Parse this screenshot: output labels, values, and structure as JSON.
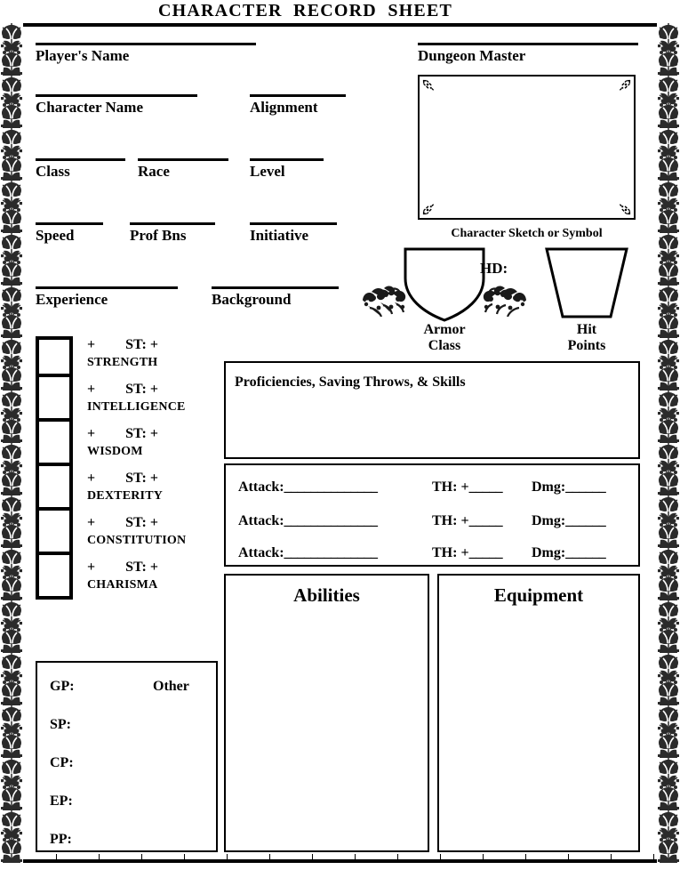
{
  "title": "CHARACTER  RECORD  SHEET",
  "top_fields": [
    {
      "name": "players-name",
      "label": "Player's Name"
    },
    {
      "name": "dungeon-master",
      "label": "Dungeon Master"
    },
    {
      "name": "character-name",
      "label": "Character Name"
    },
    {
      "name": "alignment",
      "label": "Alignment"
    },
    {
      "name": "class",
      "label": "Class"
    },
    {
      "name": "race",
      "label": "Race"
    },
    {
      "name": "level",
      "label": "Level"
    },
    {
      "name": "speed",
      "label": "Speed"
    },
    {
      "name": "prof-bns",
      "label": "Prof Bns"
    },
    {
      "name": "initiative",
      "label": "Initiative"
    },
    {
      "name": "experience",
      "label": "Experience"
    },
    {
      "name": "background",
      "label": "Background"
    }
  ],
  "sketch": {
    "caption": "Character Sketch or Symbol"
  },
  "combat": {
    "armor_class_caption_line1": "Armor",
    "armor_class_caption_line2": "Class",
    "hit_dice_label": "HD:",
    "hit_points_caption_line1": "Hit",
    "hit_points_caption_line2": "Points"
  },
  "abilities": [
    {
      "name": "strength",
      "label": "STRENGTH",
      "mod": "+",
      "save_label": "ST: +"
    },
    {
      "name": "intelligence",
      "label": "INTELLIGENCE",
      "mod": "+",
      "save_label": "ST: +"
    },
    {
      "name": "wisdom",
      "label": "WISDOM",
      "mod": "+",
      "save_label": "ST: +"
    },
    {
      "name": "dexterity",
      "label": "DEXTERITY",
      "mod": "+",
      "save_label": "ST: +"
    },
    {
      "name": "constitution",
      "label": "CONSTITUTION",
      "mod": "+",
      "save_label": "ST: +"
    },
    {
      "name": "charisma",
      "label": "CHARISMA",
      "mod": "+",
      "save_label": "ST: +"
    }
  ],
  "proficiencies": {
    "title": "Proficiencies, Saving Throws, & Skills"
  },
  "attacks": {
    "rows": [
      {
        "attack_label": "Attack:",
        "attack_blank": "______________",
        "th_label": "TH: +",
        "th_blank": "_____",
        "dmg_label": "Dmg:",
        "dmg_blank": "______"
      },
      {
        "attack_label": "Attack:",
        "attack_blank": "______________",
        "th_label": "TH: +",
        "th_blank": "_____",
        "dmg_label": "Dmg:",
        "dmg_blank": "______"
      },
      {
        "attack_label": "Attack:",
        "attack_blank": "______________",
        "th_label": "TH: +",
        "th_blank": "_____",
        "dmg_label": "Dmg:",
        "dmg_blank": "______"
      }
    ]
  },
  "abilities_panel": {
    "title": "Abilities"
  },
  "equipment_panel": {
    "title": "Equipment"
  },
  "money": {
    "other_label": "Other",
    "rows": [
      {
        "name": "gp",
        "label": "GP:"
      },
      {
        "name": "sp",
        "label": "SP:"
      },
      {
        "name": "cp",
        "label": "CP:"
      },
      {
        "name": "ep",
        "label": "EP:"
      },
      {
        "name": "pp",
        "label": "PP:"
      }
    ]
  },
  "colors": {
    "ink": "#000000",
    "paper": "#ffffff"
  }
}
